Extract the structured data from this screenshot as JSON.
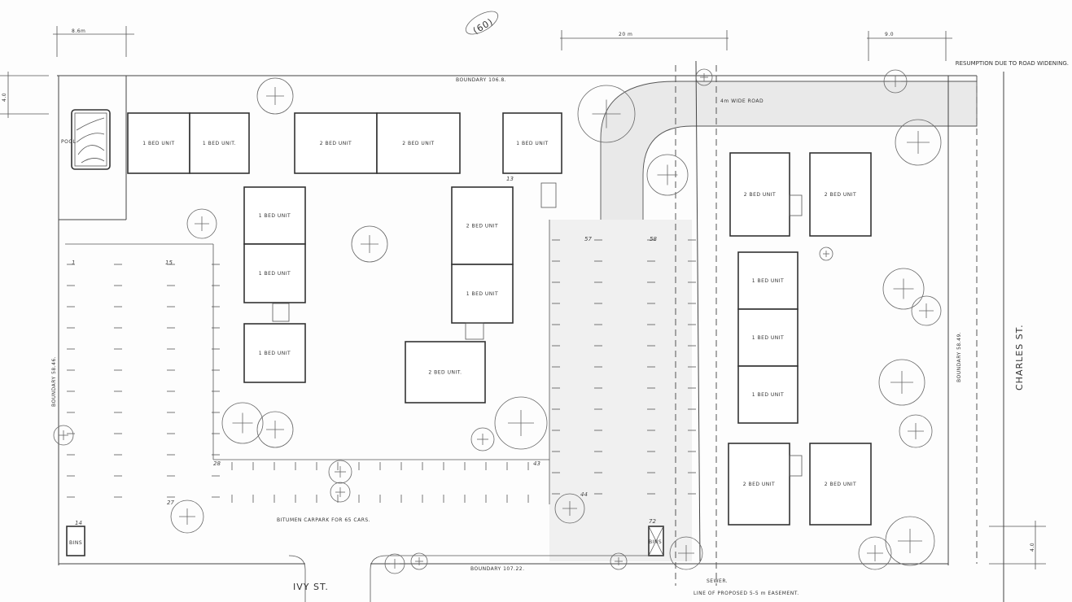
{
  "title_note": "(60)",
  "dimensions": {
    "left_width": "8.6m",
    "road_span": "20 m",
    "right_width": "9.0",
    "left_setback": "4.0",
    "bottom_right_setback": "4.0"
  },
  "boundaries": {
    "top": "BOUNDARY 106.8.",
    "left": "BOUNDARY 58.46.",
    "bottom": "BOUNDARY 107.22.",
    "right": "BOUNDARY 58.49."
  },
  "streets": {
    "bottom": "IVY ST.",
    "right": "CHARLES ST."
  },
  "notes": {
    "resumption": "RESUMPTION DUE TO ROAD WIDENING.",
    "road": "4m WIDE ROAD",
    "carpark": "BITUMEN CARPARK FOR 65 CARS.",
    "sewer": "SEWER.",
    "easement": "LINE OF PROPOSED 5-5 m EASEMENT.",
    "pool": "POOL",
    "bins_left": "BINS",
    "bins_right": "BINS"
  },
  "units": {
    "top": [
      "1 BED UNIT",
      "1 BED UNIT.",
      "2 BED UNIT",
      "2 BED UNIT",
      "1 BED UNIT"
    ],
    "middle_left": [
      "1 BED UNIT",
      "1 BED UNIT",
      "1 BED UNIT"
    ],
    "middle_right": [
      "2 BED UNIT",
      "1 BED UNIT",
      "2 BED UNIT."
    ],
    "right": [
      "2 BED UNIT",
      "2 BED UNIT",
      "1 BED UNIT",
      "1 BED UNIT",
      "1 BED UNIT",
      "2 BED UNIT",
      "2 BED UNIT"
    ]
  },
  "space_numbers": [
    "1",
    "15",
    "14",
    "27",
    "28",
    "43",
    "44",
    "57",
    "58",
    "72",
    "13"
  ]
}
